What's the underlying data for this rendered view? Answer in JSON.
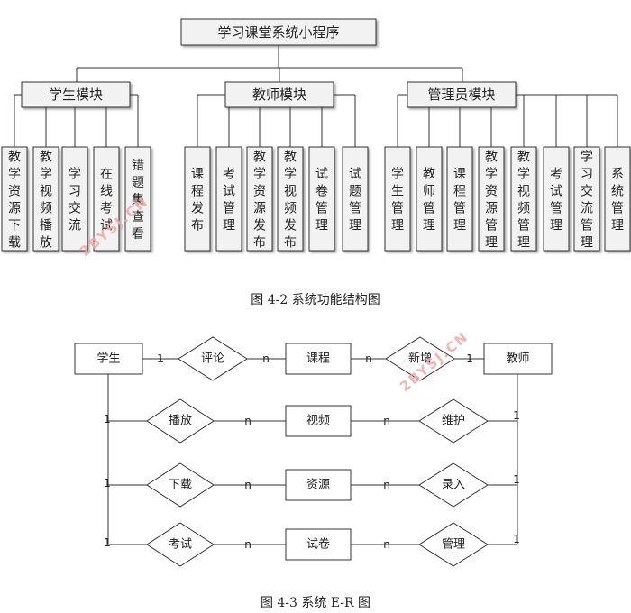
{
  "structure": {
    "root": "学习课堂系统小程序",
    "modules": [
      {
        "label": "学生模块",
        "leaves": [
          "教学资源下载",
          "教学视频播放",
          "学习交流",
          "在线考试",
          "错题集查看"
        ]
      },
      {
        "label": "教师模块",
        "leaves": [
          "课程发布",
          "考试管理",
          "教学资源发布",
          "教学视频发布",
          "试卷管理",
          "试题管理"
        ]
      },
      {
        "label": "管理员模块",
        "leaves": [
          "学生管理",
          "教师管理",
          "课程管理",
          "教学资源管理",
          "教学视频管理",
          "考试管理",
          "学习交流管理",
          "系统管理"
        ]
      }
    ],
    "caption": "图 4-2  系统功能结构图"
  },
  "er": {
    "entities": {
      "student": "学生",
      "course": "课程",
      "teacher": "教师",
      "video": "视频",
      "resource": "资源",
      "paper": "试卷"
    },
    "relations": {
      "comment": "评论",
      "add": "新增",
      "play": "播放",
      "maintain": "维护",
      "download": "下载",
      "enter": "录入",
      "exam": "考试",
      "manage": "管理"
    },
    "card_one": "1",
    "card_many": "n",
    "caption": "图 4-3  系统 E-R 图"
  },
  "watermark": "2BYSJ.CN"
}
